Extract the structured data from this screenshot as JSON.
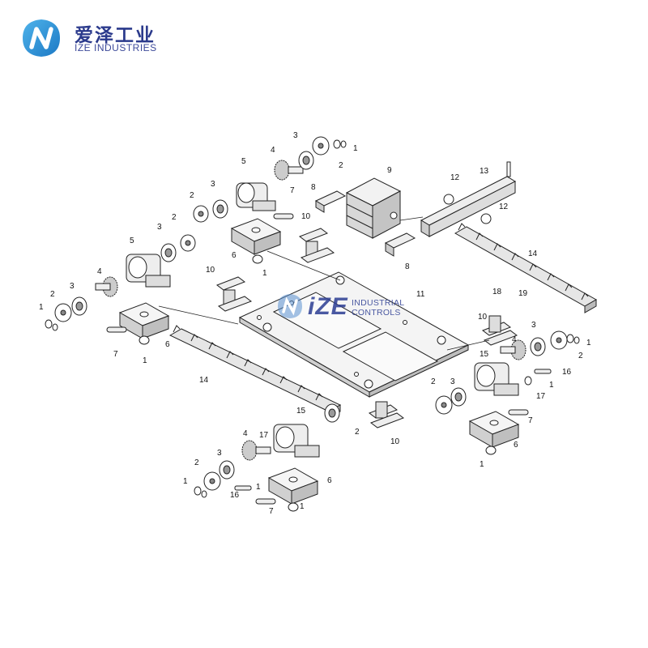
{
  "brand": {
    "name_cn": "爱泽工业",
    "name_en": "IZE INDUSTRIES",
    "logo_color": "#1f8fd6"
  },
  "watermark": {
    "big": "iZE",
    "line1": "INDUSTRIAL",
    "line2": "CONTROLS",
    "color": "#2c3d93"
  },
  "callouts": [
    "1",
    "2",
    "3",
    "4",
    "5",
    "6",
    "7",
    "8",
    "9",
    "10",
    "11",
    "12",
    "13",
    "14",
    "15",
    "16",
    "17",
    "18",
    "19"
  ]
}
